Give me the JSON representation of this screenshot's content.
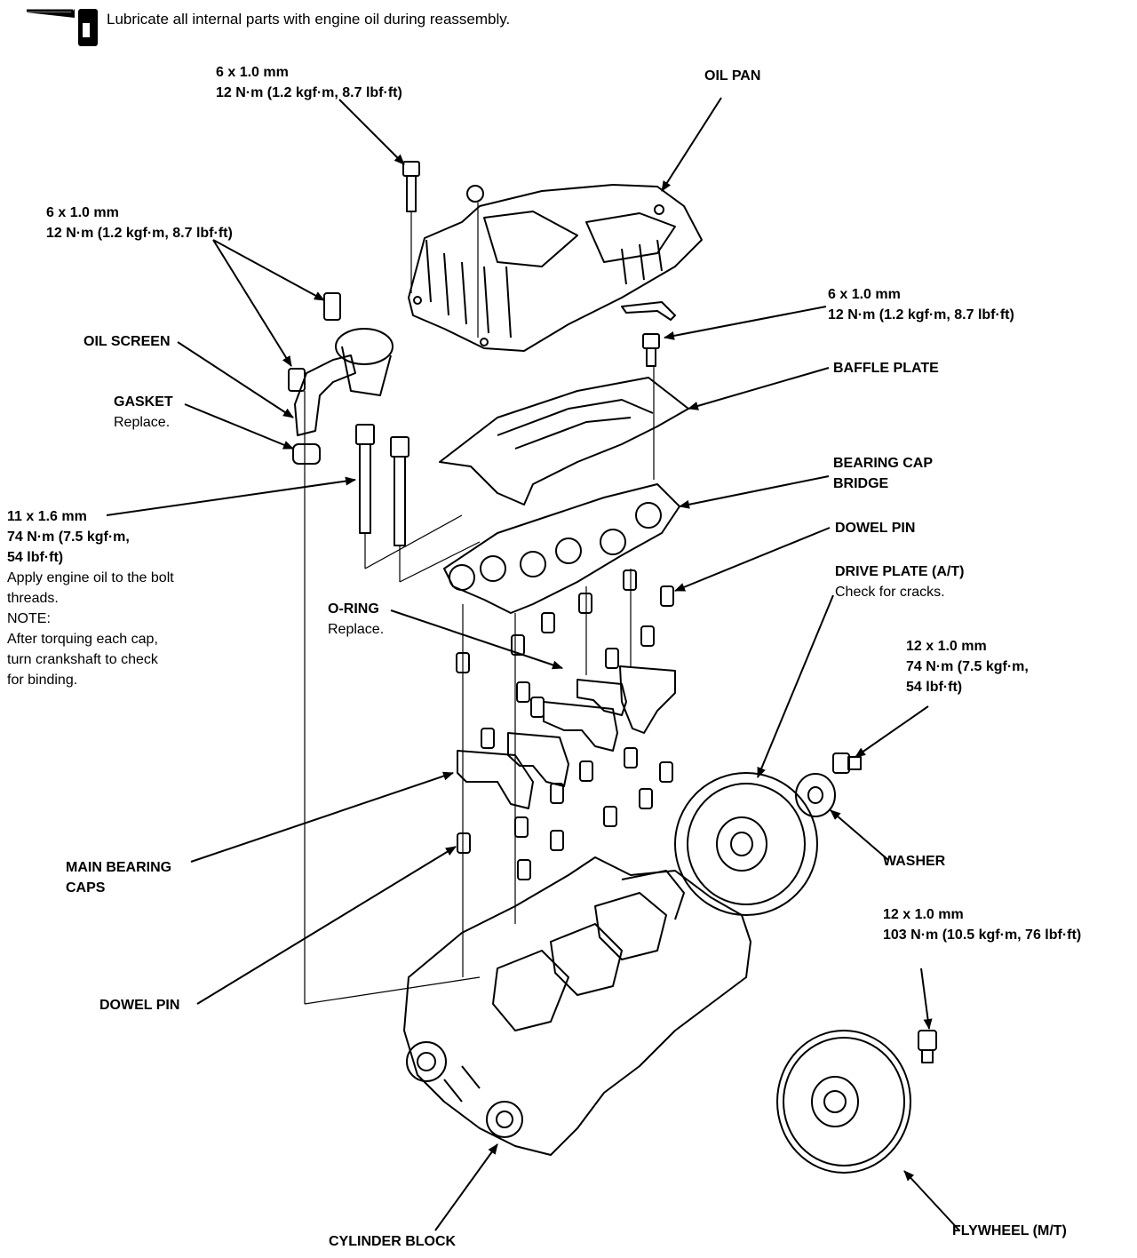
{
  "header": {
    "note": "Lubricate all internal parts with engine oil during reassembly."
  },
  "labels": {
    "bolt_pan_top": {
      "size": "6 x 1.0 mm",
      "torque": "12 N·m (1.2 kgf·m, 8.7 lbf·ft)"
    },
    "oil_pan": {
      "name": "OIL PAN"
    },
    "bolt_screen": {
      "size": "6 x 1.0 mm",
      "torque": "12 N·m (1.2 kgf·m, 8.7 lbf·ft)"
    },
    "bolt_baffle": {
      "size": "6 x 1.0 mm",
      "torque": "12 N·m (1.2 kgf·m, 8.7 lbf·ft)"
    },
    "oil_screen": {
      "name": "OIL SCREEN"
    },
    "baffle_plate": {
      "name": "BAFFLE PLATE"
    },
    "gasket": {
      "name": "GASKET",
      "note": "Replace."
    },
    "bearing_cap_bridge": {
      "line1": "BEARING CAP",
      "line2": "BRIDGE"
    },
    "main_bolt": {
      "size": "11 x 1.6 mm",
      "torque1": "74 N·m (7.5 kgf·m,",
      "torque2": "54 lbf·ft)",
      "note1": "Apply engine oil to the bolt",
      "note2": "threads.",
      "note3": "NOTE:",
      "note4": "After torquing each cap,",
      "note5": "turn crankshaft to check",
      "note6": "for binding."
    },
    "dowel_pin_right": {
      "name": "DOWEL PIN"
    },
    "drive_plate": {
      "name": "DRIVE PLATE (A/T)",
      "note": "Check for cracks."
    },
    "o_ring": {
      "name": "O-RING",
      "note": "Replace."
    },
    "bolt_drive": {
      "size": "12 x 1.0 mm",
      "torque1": "74 N·m (7.5 kgf·m,",
      "torque2": "54 lbf·ft)"
    },
    "washer": {
      "name": "WASHER"
    },
    "main_bearing_caps": {
      "line1": "MAIN BEARING",
      "line2": "CAPS"
    },
    "bolt_flywheel": {
      "size": "12 x 1.0 mm",
      "torque": "103 N·m (10.5 kgf·m, 76 lbf·ft)"
    },
    "dowel_pin_left": {
      "name": "DOWEL PIN"
    },
    "cylinder_block": {
      "name": "CYLINDER BLOCK"
    },
    "flywheel": {
      "name": "FLYWHEEL (M/T)"
    }
  }
}
